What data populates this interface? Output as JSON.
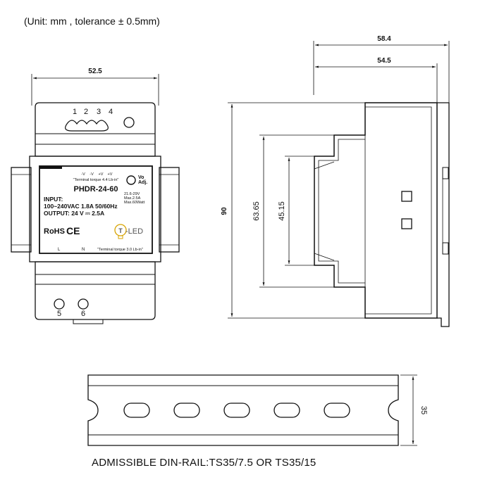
{
  "header": {
    "unit_note": "(Unit: mm , tolerance ± 0.5mm)"
  },
  "front_view": {
    "width_dim": "52.5",
    "top_terminals": [
      "1",
      "2",
      "3",
      "4"
    ],
    "bottom_terminals": [
      "5",
      "6"
    ],
    "label": {
      "terminal_signs": [
        "-V",
        "-V",
        "+V",
        "+V"
      ],
      "torque_top": "\"Terminal torque 4.4 Lb-in\"",
      "vo_adj": [
        "Vo",
        "Adj."
      ],
      "model": "PHDR-24-60",
      "specs": [
        "21.6-29V",
        "Max.2.5A",
        "Max.60Watt"
      ],
      "input_label": "INPUT:",
      "input_value": "100~240VAC 1.8A  50/60Hz",
      "output_value": "OUTPUT: 24 V ⎓ 2.5A",
      "rohs": "RoHS",
      "ce": "CE",
      "brand_letter": "T",
      "brand_suffix": "-LED",
      "input_l": "L",
      "input_n": "N",
      "torque_bottom": "\"Terminal torque 3.0 Lb-in\""
    }
  },
  "side_view": {
    "depth_total": "58.4",
    "depth_body": "54.5",
    "height_total": "90",
    "height_mid": "63.65",
    "height_inner": "45.15"
  },
  "rail": {
    "height_dim": "35",
    "caption": "ADMISSIBLE DIN-RAIL:TS35/7.5 OR TS35/15"
  }
}
